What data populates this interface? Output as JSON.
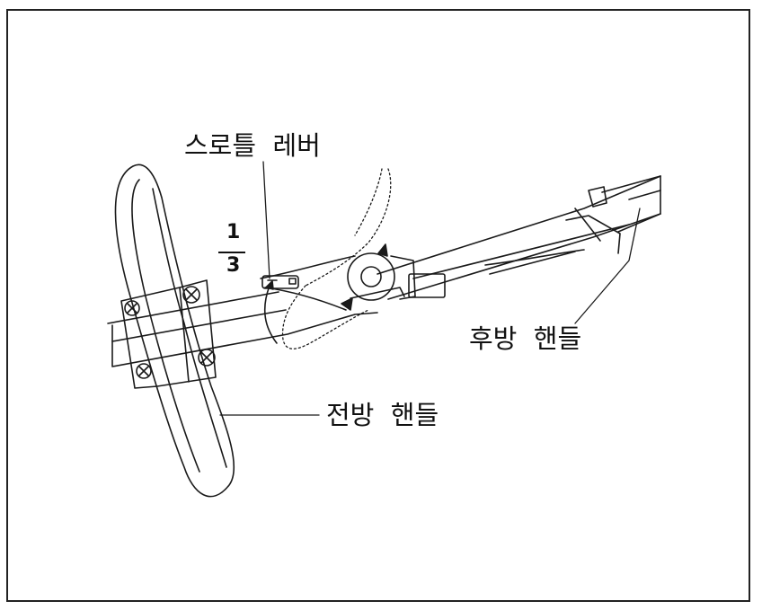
{
  "labels": {
    "throttle_lever": "스로틀  레버",
    "rear_handle": "후방  핸들",
    "front_handle": "전방  핸들"
  },
  "fraction": {
    "numerator": "1",
    "denominator": "3"
  },
  "colors": {
    "line": "#1a1a1a",
    "background": "#ffffff"
  }
}
